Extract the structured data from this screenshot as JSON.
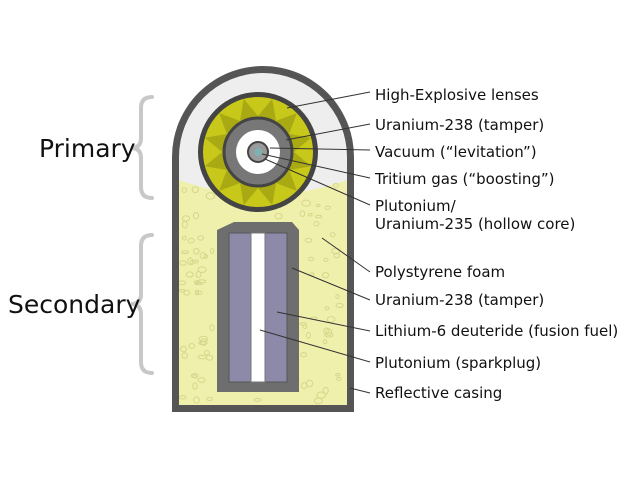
{
  "sections": {
    "primary": "Primary",
    "secondary": "Secondary"
  },
  "callouts": {
    "high_explosive_lenses": "High-Explosive lenses",
    "uranium_tamper_primary": "Uranium-238 (tamper)",
    "vacuum": "Vacuum (“levitation”)",
    "tritium_gas": "Tritium gas (“boosting”)",
    "hollow_core_line1": "Plutonium/",
    "hollow_core_line2": "Uranium-235 (hollow core)",
    "polystyrene_foam": "Polystyrene foam",
    "uranium_tamper_secondary": "Uranium-238 (tamper)",
    "lithium_deuteride": "Lithium-6 deuteride (fusion fuel)",
    "plutonium_sparkplug": "Plutonium (sparkplug)",
    "reflective_casing": "Reflective casing"
  },
  "colors": {
    "casing": "#555555",
    "casing_light": "#eeeeee",
    "foam": "#f0f0ad",
    "foam_bubble": "#dcdc8a",
    "explosive": "#c8c81a",
    "explosive_dark": "#8f8f10",
    "tamper": "#777777",
    "vacuum": "#ffffff",
    "core": "#9a9a9a",
    "gas": "#7fb1b3",
    "secondary_tamper": "#6e6e6e",
    "fusion_fuel": "#8c8aa8",
    "sparkplug": "#ffffff",
    "bracket": "#c8c8c8",
    "leader": "#333333"
  }
}
